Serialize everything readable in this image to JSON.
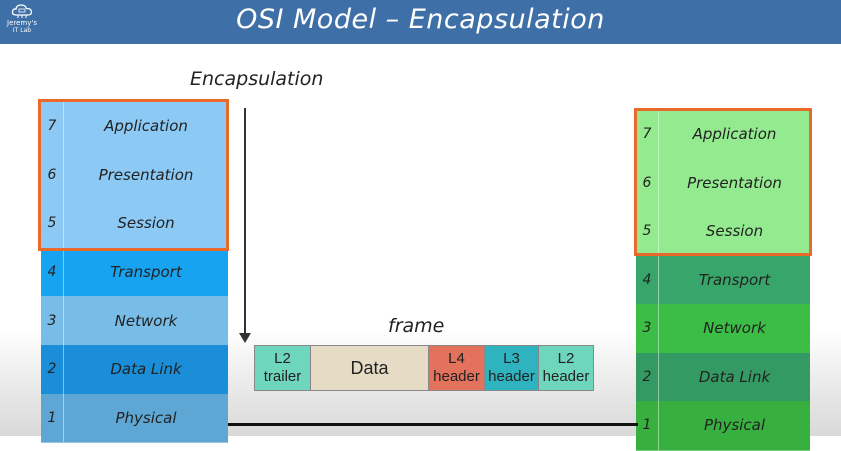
{
  "header": {
    "title": "OSI Model – Encapsulation",
    "logo_line1": "Jeremy's",
    "logo_line2": "IT Lab",
    "logo_icon": "cloud-network-icon"
  },
  "encapsulation_label": "Encapsulation",
  "frame_label": "frame",
  "left_stack": [
    {
      "num": "7",
      "name": "Application",
      "color": "#8ccaf5"
    },
    {
      "num": "6",
      "name": "Presentation",
      "color": "#8ccaf5"
    },
    {
      "num": "5",
      "name": "Session",
      "color": "#8ccaf5"
    },
    {
      "num": "4",
      "name": "Transport",
      "color": "#17a3ef"
    },
    {
      "num": "3",
      "name": "Network",
      "color": "#77bde8"
    },
    {
      "num": "2",
      "name": "Data Link",
      "color": "#1a8ed8"
    },
    {
      "num": "1",
      "name": "Physical",
      "color": "#5ea7d4"
    }
  ],
  "right_stack": [
    {
      "num": "7",
      "name": "Application",
      "color": "#93ea8f"
    },
    {
      "num": "6",
      "name": "Presentation",
      "color": "#93ea8f"
    },
    {
      "num": "5",
      "name": "Session",
      "color": "#93ea8f"
    },
    {
      "num": "4",
      "name": "Transport",
      "color": "#38a66a"
    },
    {
      "num": "3",
      "name": "Network",
      "color": "#3cbd45"
    },
    {
      "num": "2",
      "name": "Data Link",
      "color": "#349a64"
    },
    {
      "num": "1",
      "name": "Physical",
      "color": "#37b03f"
    }
  ],
  "frame_segments": [
    {
      "line1": "L2",
      "line2": "trailer",
      "color": "#6fd6be"
    },
    {
      "line1": "Data",
      "line2": "",
      "color": "#e6dcc6"
    },
    {
      "line1": "L4",
      "line2": "header",
      "color": "#e2725c"
    },
    {
      "line1": "L3",
      "line2": "header",
      "color": "#2eb3bf"
    },
    {
      "line1": "L2",
      "line2": "header",
      "color": "#6fd6be"
    }
  ],
  "highlight_color": "#e8692a"
}
